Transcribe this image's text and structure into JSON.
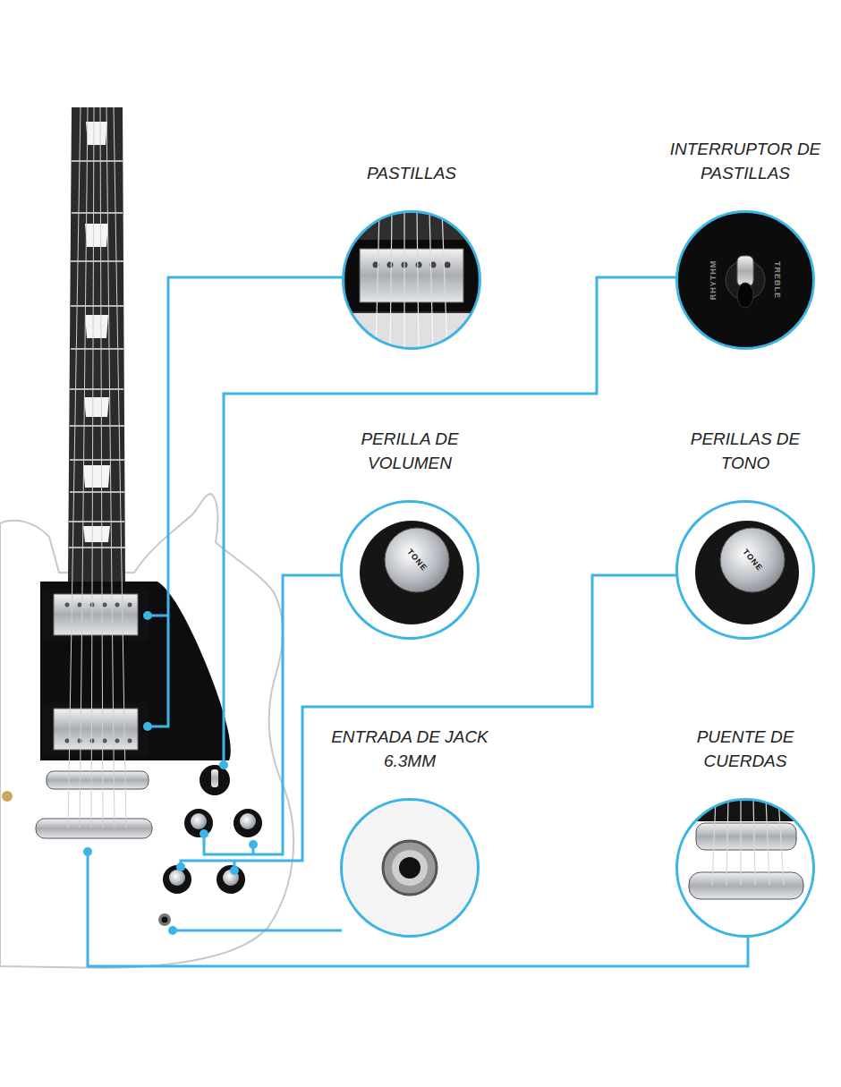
{
  "diagram": {
    "nodes": [
      {
        "text": [
          "PASTILLAS"
        ]
      },
      {
        "text": [
          "INTERRUPTOR DE PASTILLAS"
        ]
      },
      {
        "text": [
          "PERILLA DE VOLUMEN"
        ]
      },
      {
        "text": [
          "PERILLAS DE TONO"
        ]
      },
      {
        "text": [
          "ENTRADA DE JACK 6.3MM"
        ]
      },
      {
        "text": [
          "PUENTE DE CUERDAS"
        ]
      }
    ],
    "labels": [
      "RHYTHM",
      "TREBLE",
      "TONE",
      "TONE"
    ]
  }
}
